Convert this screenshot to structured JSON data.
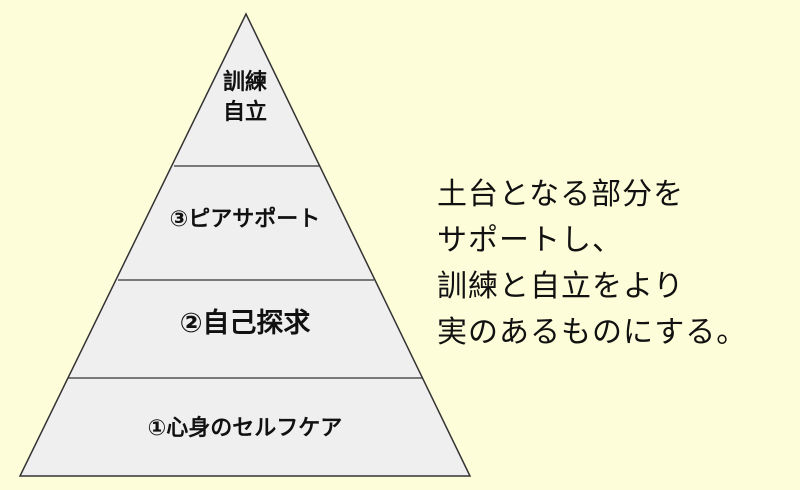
{
  "pyramid": {
    "top": {
      "line1": "訓練",
      "line2": "自立"
    },
    "tier3": "③ピアサポート",
    "tier2": "②自己探求",
    "tier1": "①心身のセルフケア"
  },
  "caption": {
    "line1": "土台となる部分を",
    "line2": "サポートし、",
    "line3": "訓練と自立をより",
    "line4": "実のあるものにする。"
  },
  "colors": {
    "background": "#fefdd9",
    "pyramid_fill": "#efefef",
    "stroke": "#333333",
    "text": "#111111"
  }
}
